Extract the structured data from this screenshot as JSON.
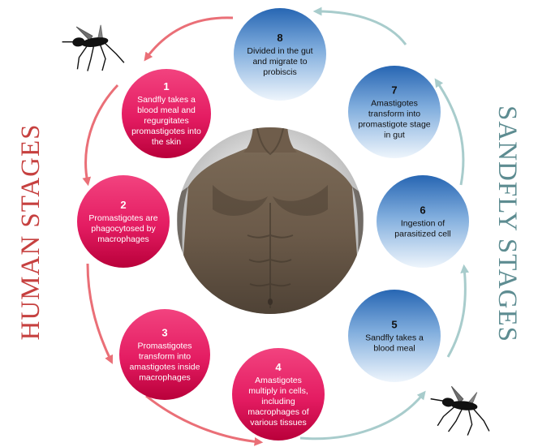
{
  "colors": {
    "human_arrow": "#ea6f77",
    "sandfly_arrow": "#a8cccc",
    "human_title": "#c6403f",
    "sandfly_title": "#5d8c91",
    "human_circle_top": "#ef2f74",
    "human_circle_bottom": "#c7003f",
    "sandfly_circle_top": "#2a6fbd",
    "sandfly_circle_mid": "#7faedf",
    "sandfly_circle_bottom": "#e6f1fb"
  },
  "labels": {
    "human_stages": "HUMAN STAGES",
    "sandfly_stages": "SANDFLY STAGES"
  },
  "icons": {
    "top_left": "mosquito-icon",
    "bottom_right": "mosquito-icon",
    "center": "human-torso-image"
  },
  "stages": [
    {
      "number": "1",
      "lines": [
        "Sandfly takes a",
        "blood meal and",
        "regurgitates",
        "promastigotes into",
        "the skin"
      ]
    },
    {
      "number": "2",
      "lines": [
        "Promastigotes are",
        "phagocytosed by",
        "macrophages"
      ]
    },
    {
      "number": "3",
      "lines": [
        "Promastigotes",
        "transform into",
        "amastigotes inside",
        "macrophages"
      ]
    },
    {
      "number": "4",
      "lines": [
        "Amastigotes",
        "multiply in cells,",
        "including",
        "macrophages of",
        "various tissues"
      ]
    },
    {
      "number": "5",
      "lines": [
        "Sandfly takes a",
        "blood meal"
      ]
    },
    {
      "number": "6",
      "lines": [
        "Ingestion of",
        "parasitized cell"
      ]
    },
    {
      "number": "7",
      "lines": [
        "Amastigotes",
        "transform into",
        "promastigote stage",
        "in gut"
      ]
    },
    {
      "number": "8",
      "lines": [
        "Divided in the gut",
        "and migrate to",
        "probiscis"
      ]
    }
  ]
}
